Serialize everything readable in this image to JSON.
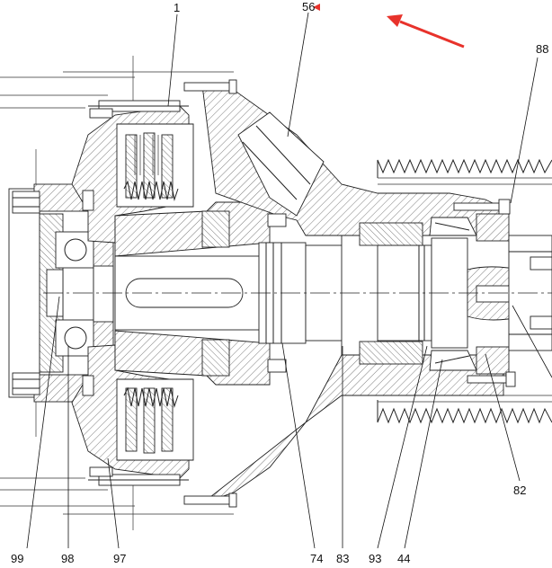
{
  "drawing": {
    "callouts": [
      {
        "id": "c1",
        "text": "1"
      },
      {
        "id": "c56",
        "text": "56"
      },
      {
        "id": "c88",
        "text": "88"
      },
      {
        "id": "c82",
        "text": "82"
      },
      {
        "id": "c99",
        "text": "99"
      },
      {
        "id": "c98",
        "text": "98"
      },
      {
        "id": "c97",
        "text": "97"
      },
      {
        "id": "c74",
        "text": "74"
      },
      {
        "id": "c83",
        "text": "83"
      },
      {
        "id": "c93",
        "text": "93"
      },
      {
        "id": "c44",
        "text": "44"
      }
    ],
    "arrow_color": "#e8322b",
    "line_color": "#222222",
    "background": "#ffffff"
  }
}
